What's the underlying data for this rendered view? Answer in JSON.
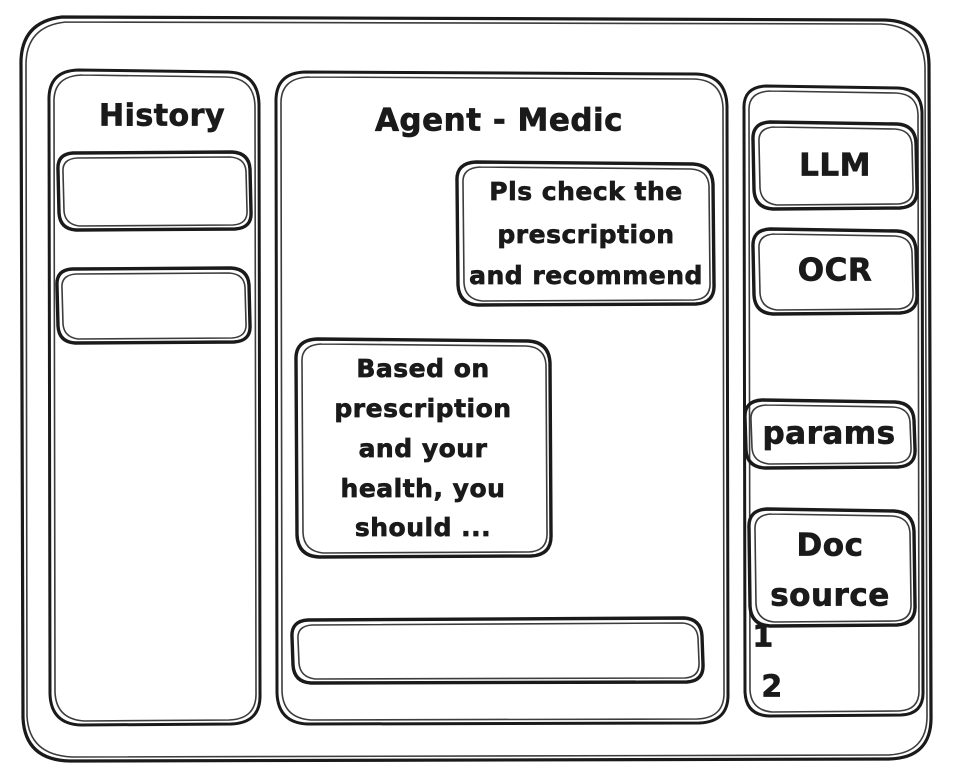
{
  "app": {
    "window_label": "agent-chat-wireframe"
  },
  "sidebar": {
    "title": "History",
    "items": [
      {
        "label": "",
        "name": "history-item-1"
      },
      {
        "label": "",
        "name": "history-item-2"
      }
    ]
  },
  "main": {
    "title": "Agent - Medic",
    "messages": [
      {
        "role": "user",
        "name": "user-message-bubble",
        "lines": [
          "Pls check the",
          "prescription",
          "and recommend"
        ]
      },
      {
        "role": "assistant",
        "name": "agent-message-bubble",
        "lines": [
          "Based on",
          "prescription",
          "and your",
          "health, you",
          "should ..."
        ]
      }
    ],
    "composer": {
      "value": "",
      "placeholder": ""
    }
  },
  "tools_panel": {
    "chips": [
      {
        "label": "LLM",
        "name": "llm-chip"
      },
      {
        "label": "OCR",
        "name": "ocr-chip"
      },
      {
        "label": "params",
        "name": "params-chip"
      }
    ],
    "doc_source": {
      "lines": [
        "Doc",
        "source"
      ],
      "list": [
        "1",
        "2"
      ]
    }
  },
  "style": {
    "ink": "#1a1a1a",
    "paper": "#ffffff"
  }
}
